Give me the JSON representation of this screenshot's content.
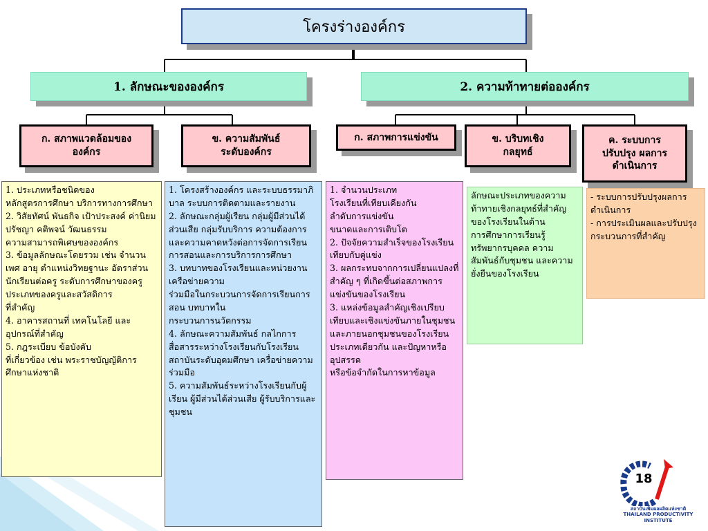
{
  "title": "โครงร่างองค์กร",
  "sections": [
    {
      "heading": "1. ลักษณะขององค์กร",
      "subs": [
        {
          "label": "ก. สภาพแวดล้อมของ\nองค์กร",
          "details": "1. ประเภทหรือชนิดของ\nหลักสูตรการศึกษา บริการทางการศึกษา\n2. วิสัยทัศน์ พันธกิจ เป้าประสงค์ ค่านิยม ปรัชญา คติพจน์ วัฒนธรรม\nความสามารถพิเศษขององค์กร\n3. ข้อมูลลักษณะโดยรวม เช่น จำนวน เพศ อายุ ตำแหน่งวิทยฐานะ อัตราส่วนนักเรียนต่อครู ระดับการศึกษาของครู\nประเภทของครูและสวัสดิการ\nที่สำคัญ\n4. อาคารสถานที่ เทคโนโลยี และอุปกรณ์ที่สำคัญ\n5. กฎระเบียบ ข้อบังคับ\nที่เกี่ยวข้อง เช่น พระราชบัญญัติการศึกษาแห่งชาติ"
        },
        {
          "label": "ข. ความสัมพันธ์\nระดับองค์กร",
          "details": "1. โครงสร้างองค์กร และระบบธรรมาภิบาล ระบบการติดตามและรายงาน\n2. ลักษณะกลุ่มผู้เรียน กลุ่มผู้มีส่วนได้ส่วนเสีย  กลุ่มรับบริการ ความต้องการ และความคาดหวังต่อการจัดการเรียนการสอนและการบริการการศึกษา\n3. บทบาทของโรงเรียนและหน่วยงานเครือข่ายความ\nร่วมมือในกระบวนการจัดการเรียนการสอน บทบาทใน\nกระบวนการนวัตกรรม\n4. ลักษณะความสัมพันธ์ กลไกการสื่อสารระหว่างโรงเรียนกับโรงเรียน สถาบันระดับอุดมศึกษา เครื่อข่ายความร่วมมือ\n5. ความสัมพันธ์ระหว่างโรงเรียนกับผู้เรียน ผู้มีส่วนได้ส่วนเสีย ผู้รับบริการและชุมชน"
        }
      ]
    },
    {
      "heading": "2. ความท้าทายต่อองค์กร",
      "subs": [
        {
          "label": "ก. สภาพการแข่งขัน",
          "details": "1.  จำนวนประเภท\nโรงเรียนที่เทียบเคียงกัน\n          ลำดับการแข่งขัน\nขนาดและการเติบโต\n2. ปัจจัยความสำเร็จของโรงเรียนเทียบกับคู่แข่ง\n3. ผลกระทบจากการเปลี่ยนแปลงที่สำคัญ ๆ ที่เกิดขึ้นต่อสภาพการแข่งขันของโรงเรียน\n3. แหล่งข้อมูลสำคัญเชิงเปรียบเทียบและเชิงแข่งขันภายในชุมชน\nและภายนอกชุมชนของโรงเรียนประเภทเดียวกัน และปัญหาหรืออุปสรรค\nหรือข้อจำกัดในการหาข้อมูล"
        },
        {
          "label": "ข. บริบทเชิง\nกลยุทธ์",
          "details": "ลักษณะประเภทของความท้าทายเชิงกลยุทธ์ที่สำคัญของโรงเรียนในด้าน\nการศึกษาการเรียนรู้ ทรัพยากรบุคคล ความสัมพันธ์กับชุมชน และความยั่งยืนของโรงเรียน"
        },
        {
          "label": "ค. ระบบการ\nปรับปรุง ผลการ\nดำเนินการ",
          "details": "- ระบบการปรับปรุงผลการดำเนินการ\n- การประเมินผลและปรับปรุงกระบวนการที่สำคัญ"
        }
      ]
    }
  ],
  "page_number": "18",
  "logo_caption": {
    "thai": "สถาบันเพิ่มผลผลิตแห่งชาติ",
    "english": "THAILAND PRODUCTIVITY INSTITUTE"
  },
  "colors": {
    "title_bg": "#cfe6f7",
    "heading_bg": "#a6f3d6",
    "sub_bg": "#ffc9ce",
    "detail_a": "#ffffcc",
    "detail_b": "#c5e4fb",
    "detail_c": "#fcc6f7",
    "detail_d": "#ccffcc",
    "detail_e": "#fcd2aa"
  }
}
